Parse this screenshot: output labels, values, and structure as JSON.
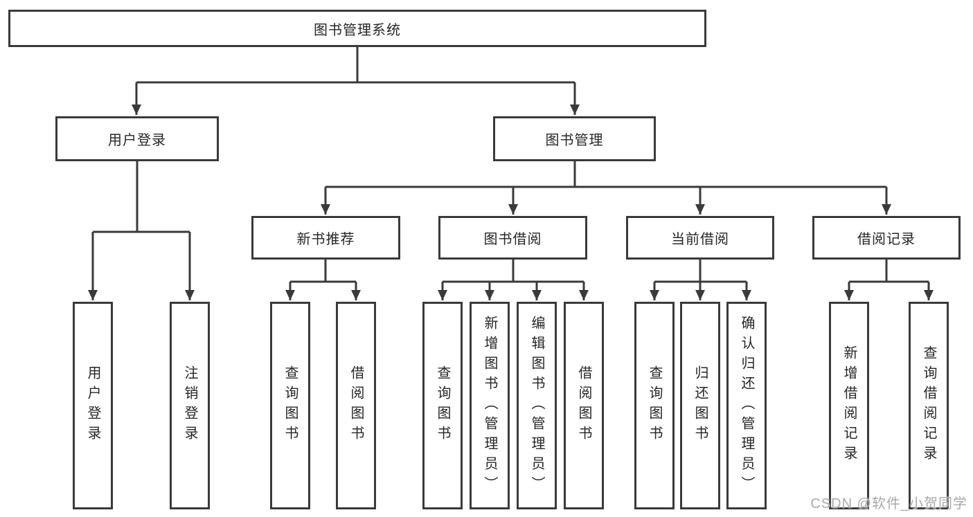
{
  "tree": {
    "label": "图书管理系统",
    "children": [
      {
        "label": "用户登录",
        "children": [
          {
            "label": "用户登录"
          },
          {
            "label": "注销登录"
          }
        ]
      },
      {
        "label": "图书管理",
        "children": [
          {
            "label": "新书推荐",
            "children": [
              {
                "label": "查询图书"
              },
              {
                "label": "借阅图书"
              }
            ]
          },
          {
            "label": "图书借阅",
            "children": [
              {
                "label": "查询图书"
              },
              {
                "label": "新增图书（管理员）"
              },
              {
                "label": "编辑图书（管理员）"
              },
              {
                "label": "借阅图书"
              }
            ]
          },
          {
            "label": "当前借阅",
            "children": [
              {
                "label": "查询图书"
              },
              {
                "label": "归还图书"
              },
              {
                "label": "确认归还（管理员）"
              }
            ]
          },
          {
            "label": "借阅记录",
            "children": [
              {
                "label": "新增借阅记录"
              },
              {
                "label": "查询借阅记录"
              }
            ]
          }
        ]
      }
    ]
  },
  "watermark": {
    "text": "CSDN @软件_小贺同学"
  },
  "colors": {
    "border": "#3a3a3a",
    "text": "#262626",
    "watermark": "#a9a9a9",
    "background": "#ffffff"
  }
}
